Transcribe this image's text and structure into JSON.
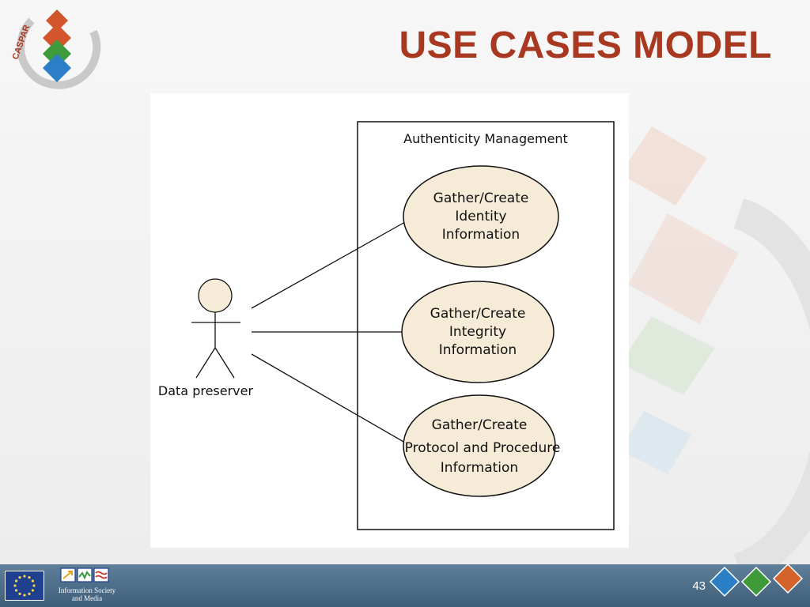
{
  "slide": {
    "title": "USE CASES MODEL",
    "logo_text": "CASPAR",
    "page_number": "43"
  },
  "diagram": {
    "system_boundary": {
      "label": "Authenticity Management"
    },
    "actor": {
      "label": "Data preserver"
    },
    "use_cases": [
      {
        "lines": [
          "Gather/Create",
          "Identity",
          "Information"
        ]
      },
      {
        "lines": [
          "Gather/Create",
          "Integrity",
          "Information"
        ]
      },
      {
        "lines": [
          "Gather/Create",
          "Protocol and Procedure",
          "Information"
        ]
      }
    ]
  },
  "footer": {
    "ism_line1": "Information Society",
    "ism_line2": "and Media"
  },
  "colors": {
    "title": "#a8381f",
    "use_case_fill": "#f5ebd7",
    "footer": "#4b6a85",
    "diamond_blue": "#2a7fc4",
    "diamond_green": "#3f9a3a",
    "diamond_orange": "#d4622b"
  }
}
